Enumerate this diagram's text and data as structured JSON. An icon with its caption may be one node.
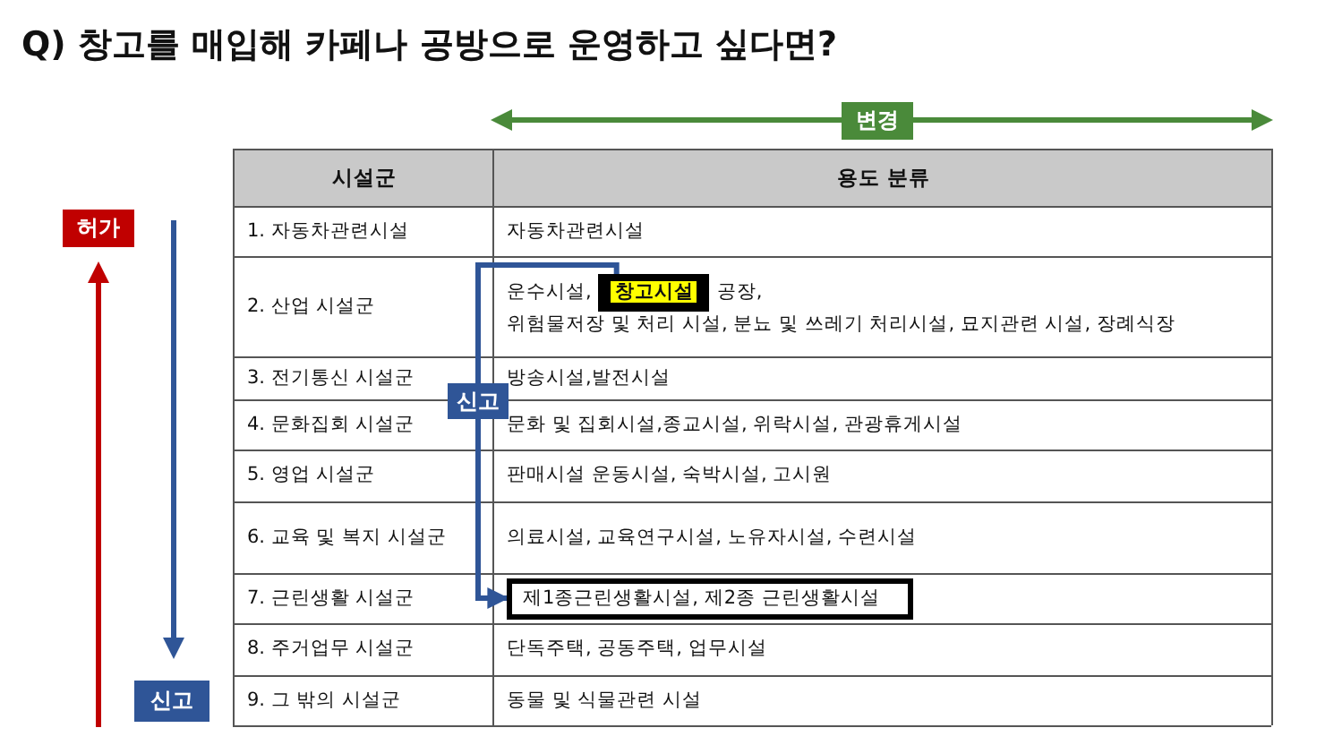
{
  "diagram": {
    "title": "Q) 창고를 매입해 카페나 공방으로 운영하고 싶다면?",
    "nodes": [
      {
        "text": [
          "창고시설"
        ]
      },
      {
        "text": [
          "제1종근린생활시설, 제2종 근린생활시설"
        ]
      }
    ],
    "edges": [
      {
        "from": 0,
        "to": 1,
        "arrow": "to",
        "label": "신고",
        "color": "#2f5597"
      }
    ],
    "labels": [
      "변경",
      "허가",
      "시설군",
      "용도 분류",
      "1. 자동차관련시설",
      "자동차관련시설",
      "2. 산업 시설군",
      "운수시설,",
      "공장,",
      "위험물저장 및 처리 시설, 분뇨 및 쓰레기 처리시설, 묘지관련 시설, 장례식장",
      "3. 전기통신 시설군",
      "방송시설,발전시설",
      "4. 문화집회 시설군",
      "문화 및 집회시설,종교시설, 위락시설, 관광휴게시설",
      "5. 영업 시설군",
      "판매시설 운동시설, 숙박시설, 고시원",
      "6. 교육 및 복지 시설군",
      "의료시설, 교육연구시설, 노유자시설, 수련시설",
      "7. 근린생활 시설군",
      "8. 주거업무 시설군",
      "단독주택, 공동주택, 업무시설",
      "신고",
      "9. 그 밖의 시설군",
      "동물 및 식물관련 시설"
    ]
  }
}
